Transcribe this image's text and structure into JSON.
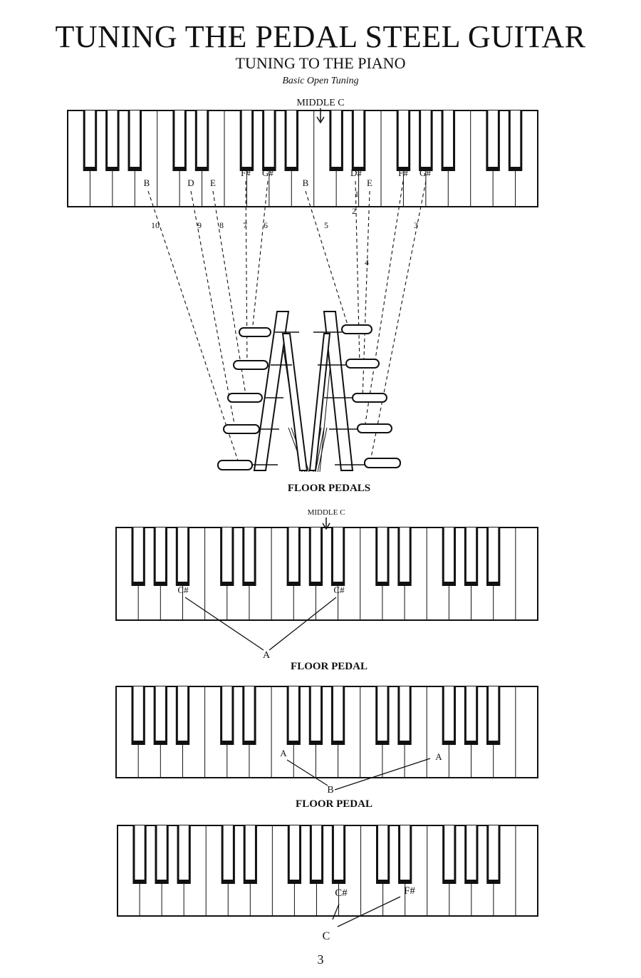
{
  "title": "TUNING THE PEDAL STEEL GUITAR",
  "subtitle": "TUNING TO THE PIANO",
  "caption": "Basic Open Tuning",
  "page_number": "3",
  "diagram1": {
    "middle_c_label": "MIDDLE C",
    "notes": [
      "B",
      "D",
      "E",
      "F#",
      "G#",
      "B",
      "D#",
      "E",
      "F#",
      "G#"
    ],
    "string_numbers": [
      "10",
      "9",
      "8",
      "7",
      "6",
      "5",
      "4",
      "3",
      "2",
      "1"
    ],
    "caption": "FLOOR PEDALS"
  },
  "diagram2": {
    "middle_c_label": "MIDDLE C",
    "notes": [
      "C#",
      "C#"
    ],
    "pedal": "A",
    "caption": "FLOOR PEDAL"
  },
  "diagram3": {
    "notes": [
      "A",
      "A"
    ],
    "pedal": "B",
    "caption": "FLOOR PEDAL"
  },
  "diagram4": {
    "notes": [
      "C#",
      "F#"
    ],
    "pedal": "C"
  }
}
